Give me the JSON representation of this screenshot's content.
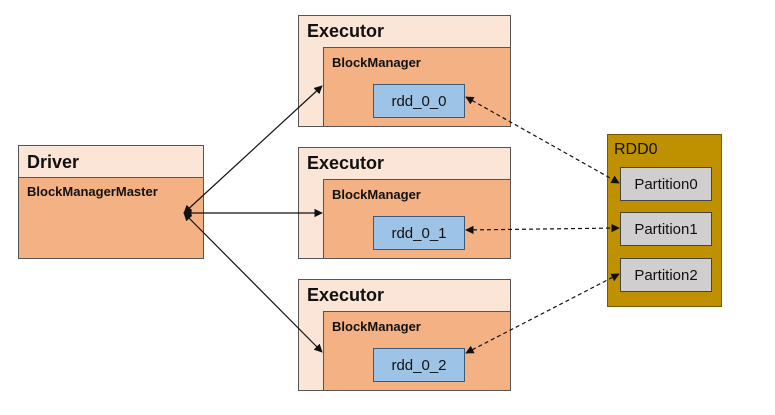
{
  "driver": {
    "title": "Driver",
    "master_label": "BlockManagerMaster"
  },
  "executors": [
    {
      "title": "Executor",
      "manager_label": "BlockManager",
      "block_label": "rdd_0_0"
    },
    {
      "title": "Executor",
      "manager_label": "BlockManager",
      "block_label": "rdd_0_1"
    },
    {
      "title": "Executor",
      "manager_label": "BlockManager",
      "block_label": "rdd_0_2"
    }
  ],
  "rdd": {
    "title": "RDD0",
    "partitions": [
      "Partition0",
      "Partition1",
      "Partition2"
    ]
  },
  "colors": {
    "outer_fill": "#fbe5d6",
    "inner_fill": "#f4b183",
    "block_fill": "#9dc3e6",
    "rdd_fill": "#bf9000",
    "partition_fill": "#d0cece"
  }
}
